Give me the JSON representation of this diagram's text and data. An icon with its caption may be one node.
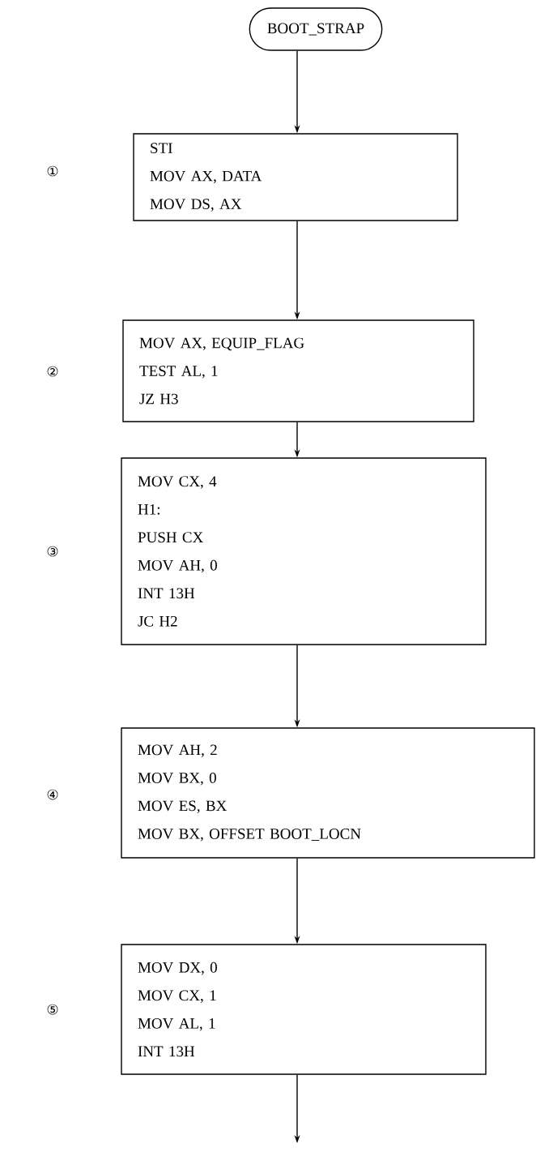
{
  "diagram": {
    "nodes": [
      {
        "text": [
          "BOOT_STRAP"
        ]
      },
      {
        "text": [
          "STI",
          "MOV AX, DATA",
          "MOV DS, AX"
        ]
      },
      {
        "text": [
          "MOV AX, EQUIP_FLAG",
          "TEST AL, 1",
          "JZ H3"
        ]
      },
      {
        "text": [
          "MOV CX, 4",
          "H1:",
          "PUSH CX",
          "MOV AH, 0",
          "INT 13H",
          "JC H2"
        ]
      },
      {
        "text": [
          "MOV AH, 2",
          "MOV BX, 0",
          "MOV ES, BX",
          "MOV BX, OFFSET BOOT_LOCN"
        ]
      },
      {
        "text": [
          "MOV DX, 0",
          "MOV CX, 1",
          "MOV AL, 1",
          "INT 13H"
        ]
      }
    ],
    "edges": [
      {
        "from": 0,
        "to": 1,
        "arrow": "to"
      },
      {
        "from": 1,
        "to": 2,
        "arrow": "to"
      },
      {
        "from": 2,
        "to": 3,
        "arrow": "to"
      },
      {
        "from": 3,
        "to": 4,
        "arrow": "to"
      },
      {
        "from": 4,
        "to": 5,
        "arrow": "to"
      },
      {
        "from": 5,
        "to": null,
        "arrow": "to"
      }
    ],
    "labels": [
      "①",
      "②",
      "③",
      "④",
      "⑤"
    ]
  }
}
